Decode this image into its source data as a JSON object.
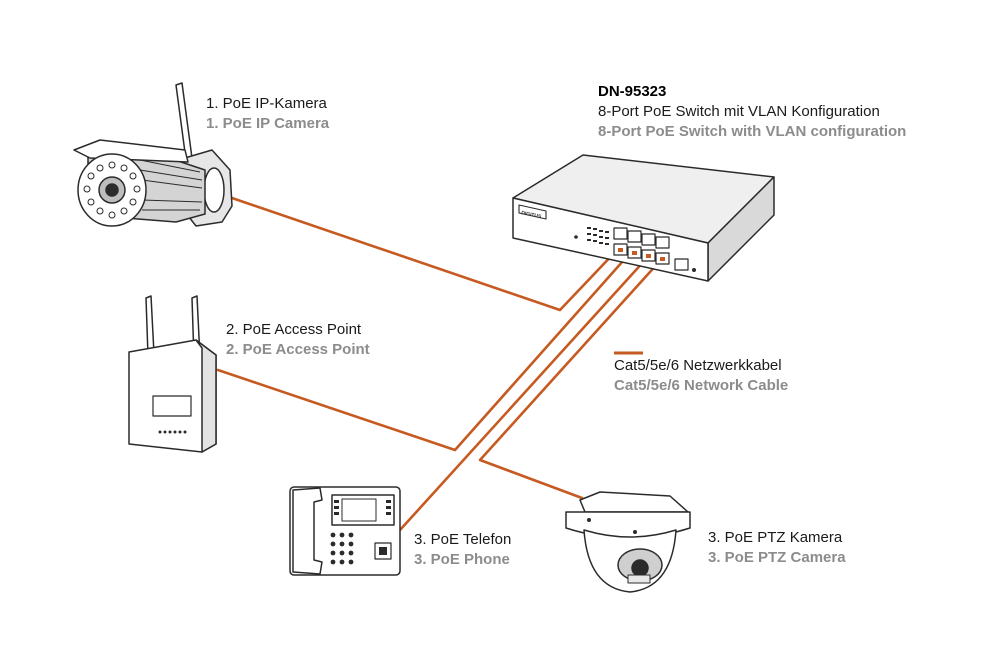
{
  "colors": {
    "cable": "#c65a21",
    "outline": "#2b2b2b",
    "label_de": "#1a1a1a",
    "label_en": "#8c8c8c"
  },
  "switch": {
    "model": "DN-95323",
    "title_de": "8-Port PoE Switch mit VLAN Konfiguration",
    "title_en": "8-Port PoE Switch with VLAN configuration",
    "brand_plate": "DIGITUS"
  },
  "devices": {
    "ip_camera": {
      "de": "1. PoE IP-Kamera",
      "en": "1. PoE IP Camera",
      "icon": "bullet-camera-icon"
    },
    "access_point": {
      "de": "2. PoE Access Point",
      "en": "2. PoE Access Point",
      "icon": "access-point-icon"
    },
    "phone": {
      "de": "3. PoE Telefon",
      "en": "3. PoE Phone",
      "icon": "desk-phone-icon"
    },
    "ptz_camera": {
      "de": "3. PoE PTZ Kamera",
      "en": "3. PoE PTZ Camera",
      "icon": "dome-camera-icon"
    }
  },
  "legend": {
    "de": "Cat5/5e/6 Netzwerkkabel",
    "en": "Cat5/5e/6 Network Cable"
  }
}
